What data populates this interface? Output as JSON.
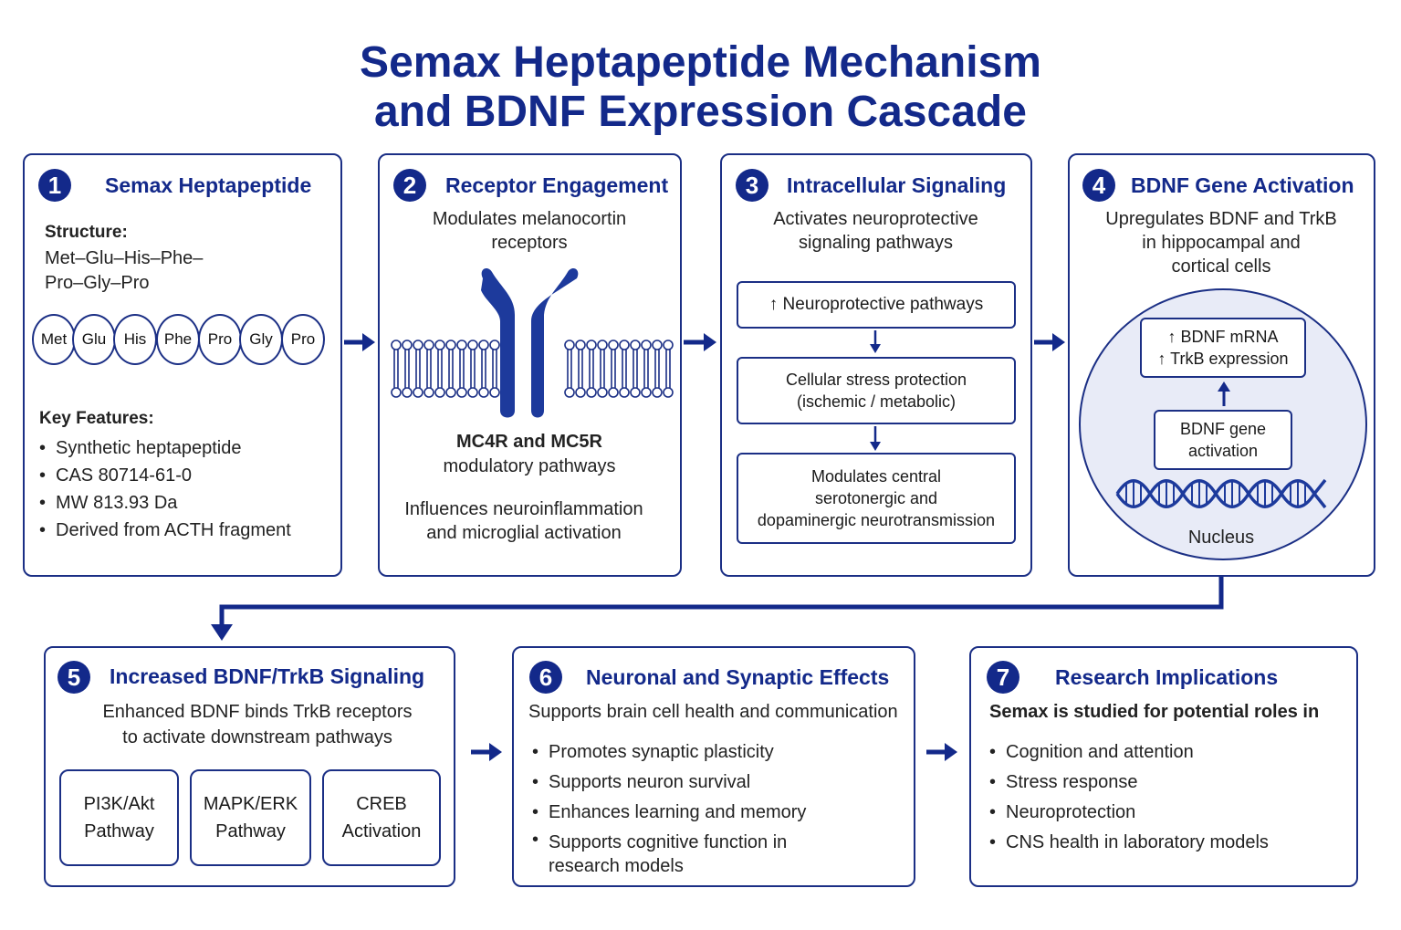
{
  "title": {
    "line1": "Semax Heptapeptide Mechanism",
    "line2": "and BDNF Expression Cascade"
  },
  "panel1": {
    "number": "1",
    "title": "Semax Heptapeptide",
    "structure_label": "Structure:",
    "structure_line1": "Met–Glu–His–Phe–",
    "structure_line2": "Pro–Gly–Pro",
    "amino_acids": [
      "Met",
      "Glu",
      "His",
      "Phe",
      "Pro",
      "Gly",
      "Pro"
    ],
    "features_label": "Key Features:",
    "features": [
      "Synthetic heptapeptide",
      "CAS 80714-61-0",
      "MW 813.93 Da",
      "Derived from ACTH fragment"
    ]
  },
  "panel2": {
    "number": "2",
    "title": "Receptor Engagement",
    "subtitle_line1": "Modulates melanocortin",
    "subtitle_line2": "receptors",
    "receptor_label": "MC4R and MC5R",
    "receptor_sub": "modulatory pathways",
    "influence_line1": "Influences neuroinflammation",
    "influence_line2": "and microglial activation"
  },
  "panel3": {
    "number": "3",
    "title": "Intracellular Signaling",
    "subtitle_line1": "Activates neuroprotective",
    "subtitle_line2": "signaling pathways",
    "box1": "↑ Neuroprotective pathways",
    "box2_line1": "Cellular stress protection",
    "box2_line2": "(ischemic / metabolic)",
    "box3_line1": "Modulates central",
    "box3_line2": "serotonergic and",
    "box3_line3": "dopaminergic neurotransmission"
  },
  "panel4": {
    "number": "4",
    "title": "BDNF Gene Activation",
    "subtitle_line1": "Upregulates BDNF and TrkB",
    "subtitle_line2": "in hippocampal and",
    "subtitle_line3": "cortical cells",
    "mrna_line1": "↑ BDNF mRNA",
    "mrna_line2": "↑ TrkB expression",
    "gene_line1": "BDNF gene",
    "gene_line2": "activation",
    "nucleus_label": "Nucleus"
  },
  "panel5": {
    "number": "5",
    "title": "Increased BDNF/TrkB Signaling",
    "subtitle_line1": "Enhanced BDNF binds TrkB receptors",
    "subtitle_line2": "to activate downstream pathways",
    "pathways": [
      {
        "line1": "PI3K/Akt",
        "line2": "Pathway"
      },
      {
        "line1": "MAPK/ERK",
        "line2": "Pathway"
      },
      {
        "line1": "CREB",
        "line2": "Activation"
      }
    ]
  },
  "panel6": {
    "number": "6",
    "title": "Neuronal and Synaptic Effects",
    "subtitle": "Supports brain cell health and communication",
    "effects": [
      "Promotes synaptic plasticity",
      "Supports neuron survival",
      "Enhances learning and memory",
      "Supports cognitive function in research models"
    ]
  },
  "panel7": {
    "number": "7",
    "title": "Research Implications",
    "subtitle": "Semax is studied for potential roles in",
    "items": [
      "Cognition and attention",
      "Stress response",
      "Neuroprotection",
      "CNS health in laboratory models"
    ]
  },
  "colors": {
    "primary": "#13298a",
    "border": "#1b2f85",
    "nucleus_fill": "#e8ebf7"
  }
}
